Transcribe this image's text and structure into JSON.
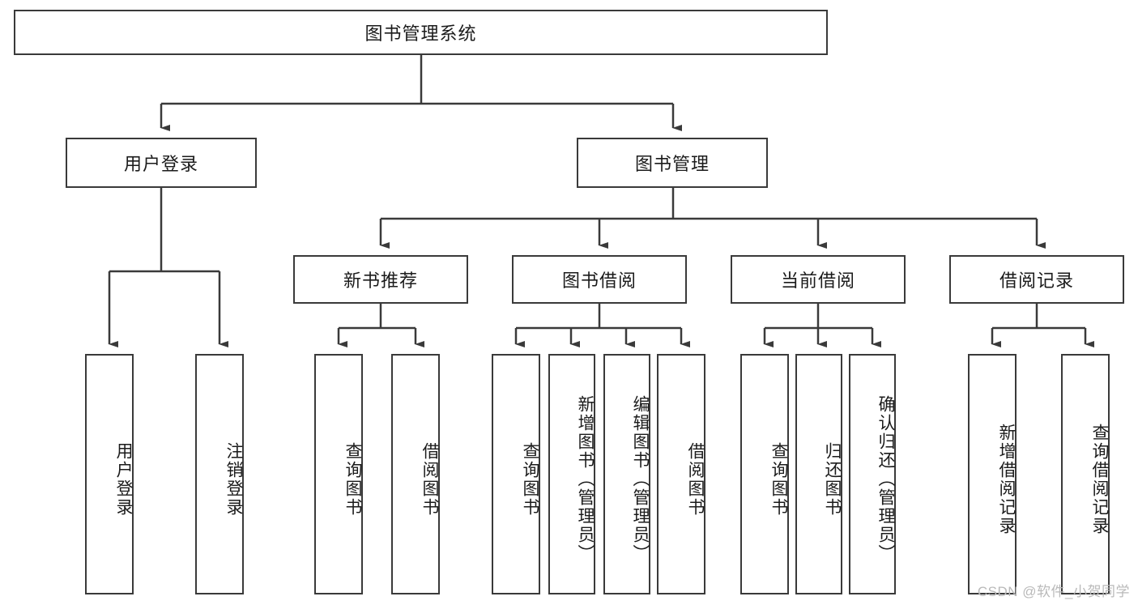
{
  "diagram": {
    "title": "图书管理系统",
    "type": "tree-hierarchy-diagram",
    "root": {
      "id": "root",
      "label": "图书管理系统"
    },
    "level1": [
      {
        "id": "user-login",
        "label": "用户登录"
      },
      {
        "id": "book-management",
        "label": "图书管理"
      }
    ],
    "level2": [
      {
        "id": "new-book-recommend",
        "label": "新书推荐",
        "parent": "book-management"
      },
      {
        "id": "book-borrow",
        "label": "图书借阅",
        "parent": "book-management"
      },
      {
        "id": "current-borrow",
        "label": "当前借阅",
        "parent": "book-management"
      },
      {
        "id": "borrow-record",
        "label": "借阅记录",
        "parent": "book-management"
      }
    ],
    "leaves": [
      {
        "id": "leaf-user-login",
        "label": "用户登录",
        "parent": "user-login"
      },
      {
        "id": "leaf-logout-login",
        "label": "注销登录",
        "parent": "user-login"
      },
      {
        "id": "leaf-query-book-1",
        "label": "查询图书",
        "parent": "new-book-recommend"
      },
      {
        "id": "leaf-borrow-book-1",
        "label": "借阅图书",
        "parent": "new-book-recommend"
      },
      {
        "id": "leaf-query-book-2",
        "label": "查询图书",
        "parent": "book-borrow"
      },
      {
        "id": "leaf-add-book",
        "label": "新增图书（管理员）",
        "parent": "book-borrow"
      },
      {
        "id": "leaf-edit-book",
        "label": "编辑图书（管理员）",
        "parent": "book-borrow"
      },
      {
        "id": "leaf-borrow-book-2",
        "label": "借阅图书",
        "parent": "book-borrow"
      },
      {
        "id": "leaf-query-book-3",
        "label": "查询图书",
        "parent": "current-borrow"
      },
      {
        "id": "leaf-return-book",
        "label": "归还图书",
        "parent": "current-borrow"
      },
      {
        "id": "leaf-confirm-return",
        "label": "确认归还（管理员）",
        "parent": "current-borrow"
      },
      {
        "id": "leaf-add-record",
        "label": "新增借阅记录",
        "parent": "borrow-record"
      },
      {
        "id": "leaf-query-record",
        "label": "查询借阅记录",
        "parent": "borrow-record"
      }
    ],
    "watermark": "CSDN @软件_小贺同学",
    "colors": {
      "border": "#3a3a3a",
      "background": "#ffffff",
      "text": "#1b1b1b",
      "watermark": "#b9b9b9"
    }
  }
}
